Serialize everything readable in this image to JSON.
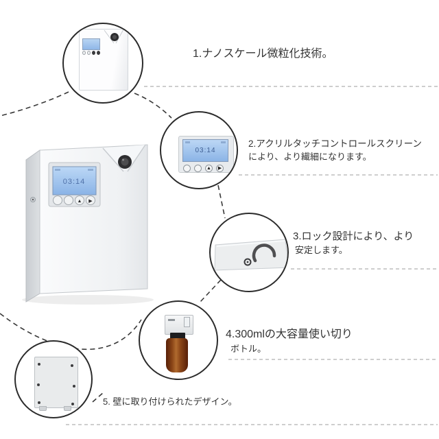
{
  "figure": {
    "kind": "product-feature-diagram",
    "product": "アロマディフューザー"
  },
  "annotations": [
    {
      "id": "1",
      "lines": [
        "1.ナノスケール微粒化技術。"
      ]
    },
    {
      "id": "2",
      "lines": [
        "2.アクリルタッチコントロールスクリーン",
        "により、より繊細になります。"
      ]
    },
    {
      "id": "3",
      "lines": [
        "3.ロック設計により、より",
        "安定します。"
      ]
    },
    {
      "id": "4",
      "lines": [
        "4.300mlの大容量使い切り",
        "ボトル。"
      ]
    },
    {
      "id": "5",
      "lines": [
        "5. 壁に取り付けられたデザイン。"
      ]
    }
  ],
  "device": {
    "lcd_text": "03:14",
    "control_buttons": [
      "",
      "",
      "▲",
      "▶"
    ]
  },
  "callouts": {
    "c1": "device-front-view",
    "c2": "touch-control-screen-closeup",
    "c3": "lock-top-view",
    "c4": "refill-bottle-300ml",
    "c5": "wall-mount-back-panel"
  },
  "colors": {
    "background": "#ffffff",
    "circle_border": "#2b2b2b",
    "connector_dash": "#383838",
    "separator_dash": "#b0b0b0",
    "caption_text": "#333333",
    "lcd_blue": "#a9cbef",
    "lcd_digits": "#3f5f93",
    "device_body": "#f3f5f7",
    "bottle_amber": "#8a4517",
    "cap_black": "#1d1d1f"
  }
}
